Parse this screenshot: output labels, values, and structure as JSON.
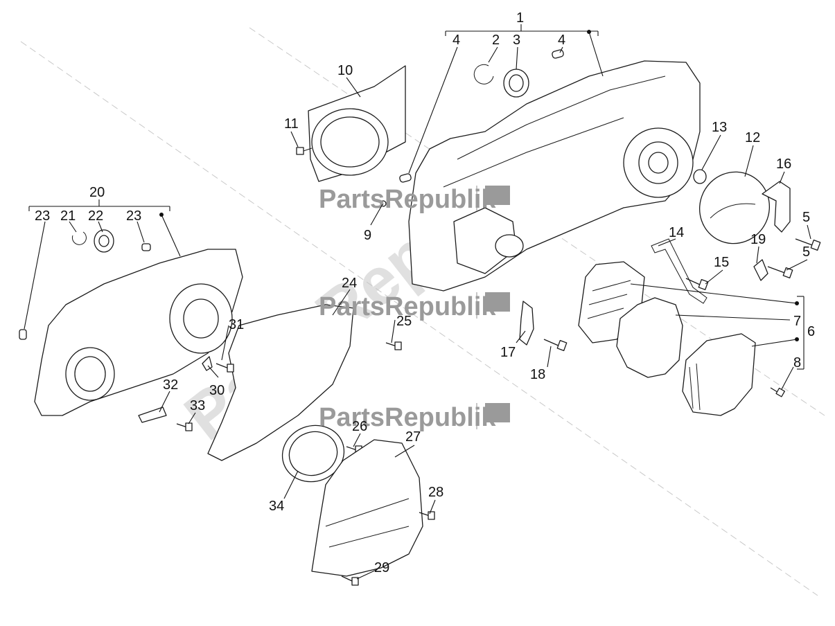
{
  "labels": {
    "l1": "1",
    "l2": "2",
    "l3": "3",
    "l4a": "4",
    "l4b": "4",
    "l5a": "5",
    "l5b": "5",
    "l6": "6",
    "l7": "7",
    "l8": "8",
    "l9": "9",
    "l10": "10",
    "l11": "11",
    "l12": "12",
    "l13": "13",
    "l14": "14",
    "l15": "15",
    "l16": "16",
    "l17": "17",
    "l18": "18",
    "l19": "19",
    "l20": "20",
    "l21": "21",
    "l22": "22",
    "l23a": "23",
    "l23b": "23",
    "l24": "24",
    "l25": "25",
    "l26": "26",
    "l27": "27",
    "l28": "28",
    "l29": "29",
    "l30": "30",
    "l31": "31",
    "l32": "32",
    "l33": "33",
    "l34": "34"
  },
  "watermark": {
    "small": "PartsRepublik",
    "large": "PartsRepublik"
  },
  "colors": {
    "line": "#1a1a1a",
    "watermark_text": "#9a9a9a",
    "watermark_large": "#c8c8c8",
    "background": "#ffffff"
  }
}
